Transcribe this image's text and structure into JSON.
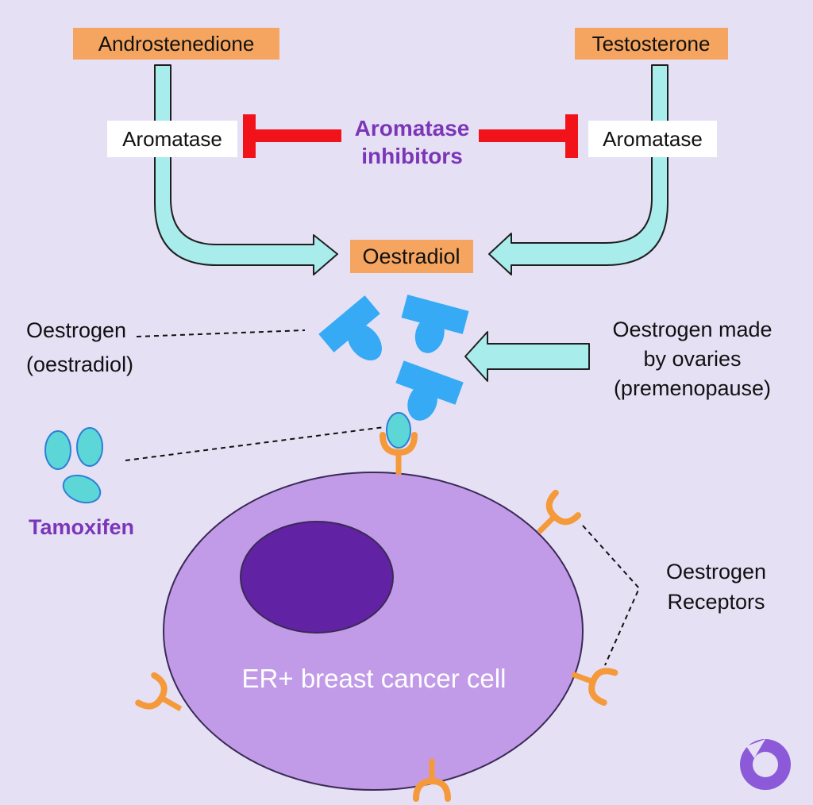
{
  "colors": {
    "background": "#e6e0f5",
    "label_orange": "#f5a55f",
    "arrow_fill": "#a8ecec",
    "inhibitor_red": "#f2131a",
    "inhibitor_text": "#7b36b8",
    "oestrogen_blue": "#36aaf5",
    "tamoxifen_teal": "#5dd6d8",
    "receptor_orange": "#f59a3b",
    "cell_fill": "#c19be8",
    "nucleus_fill": "#6122a3",
    "logo_purple": "#8c5ad8"
  },
  "substrates": {
    "left": "Androstenedione",
    "right": "Testosterone"
  },
  "enzyme": {
    "left": "Aromatase",
    "right": "Aromatase"
  },
  "inhibitor": {
    "line1": "Aromatase",
    "line2": "inhibitors"
  },
  "product": "Oestradiol",
  "oestrogen_label": {
    "line1": "Oestrogen",
    "line2": "(oestradiol)"
  },
  "ovaries_label": {
    "line1": "Oestrogen made",
    "line2": "by ovaries",
    "line3": "(premenopause)"
  },
  "tamoxifen_label": "Tamoxifen",
  "receptors_label": {
    "line1": "Oestrogen",
    "line2": "Receptors"
  },
  "cell_label": "ER+ breast cancer cell",
  "logo_icon": "ring-logo-icon"
}
